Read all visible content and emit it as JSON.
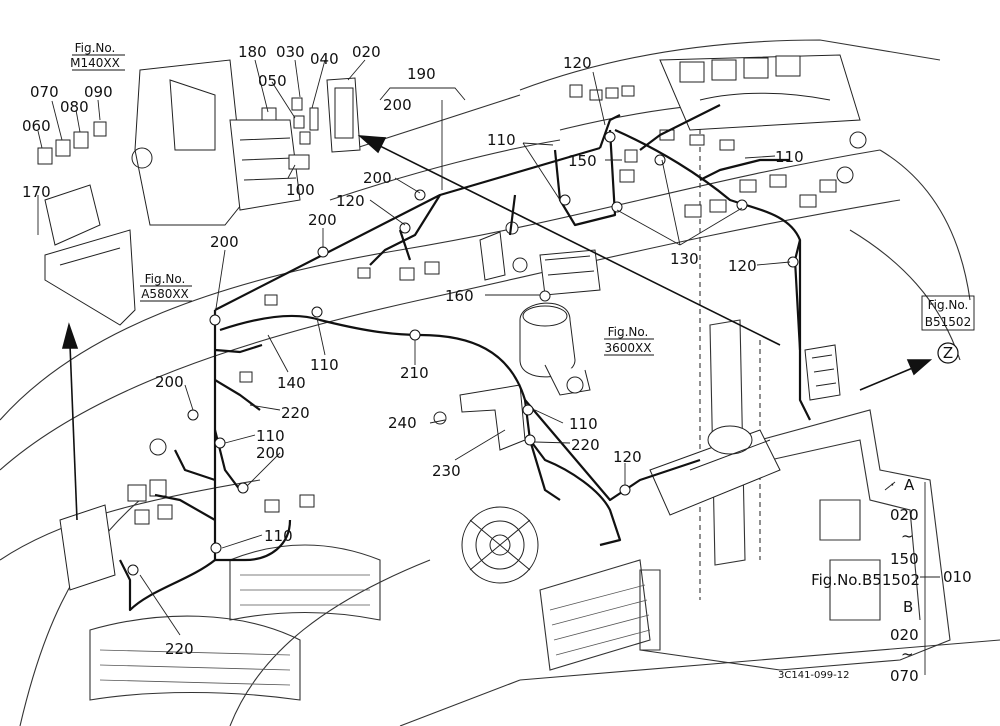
{
  "fig_refs": {
    "m140": {
      "title": "Fig.No.",
      "code": "M140XX"
    },
    "a580": {
      "title": "Fig.No.",
      "code": "A580XX"
    },
    "r3600": {
      "title": "Fig.No.",
      "code": "3600XX"
    },
    "b51502": {
      "title": "Fig.No.",
      "code": "B51502"
    },
    "bottom": "Fig.No.B51502"
  },
  "parts": {
    "p180": "180",
    "p030": "030",
    "p040": "040",
    "p020": "020",
    "p050": "050",
    "p070": "070",
    "p080": "080",
    "p090": "090",
    "p060": "060",
    "p170": "170",
    "p100": "100",
    "p190": "190",
    "p200_group": "200",
    "p120_top": "120",
    "p110_top": "110",
    "p150": "150",
    "p110_right": "110",
    "p130": "130",
    "p120_right": "120",
    "p200_a": "200",
    "p120_mid": "120",
    "p200_b": "200",
    "p200_c": "200",
    "p160": "160",
    "p140": "140",
    "p110_mid": "110",
    "p210": "210",
    "p200_d": "200",
    "p220_a": "220",
    "p110_b": "110",
    "p200_e": "200",
    "p240": "240",
    "p110_c": "110",
    "p220_b": "220",
    "p230": "230",
    "p120_low": "120",
    "p110_low": "110",
    "p220_bottom": "220"
  },
  "callouts": {
    "z": "Z",
    "a": "A",
    "a_from": "020",
    "a_tilde": "~",
    "a_to": "150",
    "b": "B",
    "b_from": "020",
    "b_tilde": "~",
    "b_to": "070",
    "main": "010",
    "dot": "·"
  },
  "drawing_code": "3C141-099-12"
}
